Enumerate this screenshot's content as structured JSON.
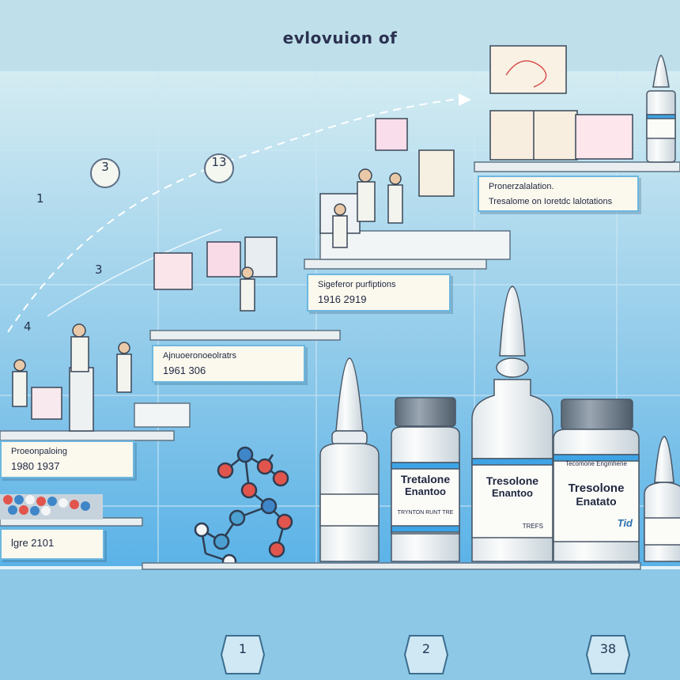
{
  "title": "evlovuion of",
  "timeline_numbers": [
    "1",
    "3",
    "13",
    "3",
    "4"
  ],
  "step_labels": [
    {
      "line1": "Proeonpaloing",
      "line2": "1980 1937"
    },
    {
      "line1": "Ajnuoeronoeolratrs",
      "line2": "1961 306"
    },
    {
      "line1": "Sigeferor purfiptions",
      "line2": "1916 2919"
    },
    {
      "line1": "Pronerzalalation.",
      "line2": "Tresalome on Ioretdc lalotations"
    }
  ],
  "bottom_label": "lgre 2101",
  "vials": [
    {
      "line1": "Tretalone",
      "line2": "Enantoo",
      "line3": "TRYNTON RUNT TRE"
    },
    {
      "line1": "Tresolone",
      "line2": "Enantoo",
      "line3": "TREFS"
    },
    {
      "line1": "Tresolone",
      "line2": "Enatato",
      "small": "Tecomone Engmhene",
      "mark": "Tid"
    }
  ],
  "badges": [
    "1",
    "2",
    "38"
  ],
  "colors": {
    "background": "#bfe0ea",
    "accent": "#3ea4e6",
    "label_border": "#6cb7df",
    "ink": "#1f2740"
  }
}
